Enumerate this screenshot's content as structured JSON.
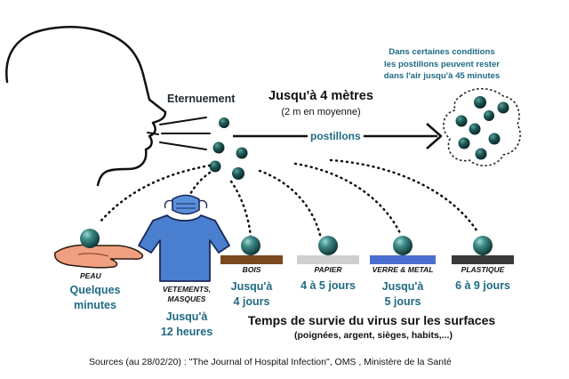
{
  "sneeze_label": "Eternuement",
  "distance": {
    "headline": "Jusqu'à 4 mètres",
    "subline": "(2 m en moyenne)"
  },
  "droplets_label": "postillons",
  "cloud_note": [
    "Dans certaines conditions",
    "les postillons peuvent rester",
    "dans l'air jusqu'à 45 minutes"
  ],
  "surfaces": [
    {
      "name": "PEAU",
      "duration": [
        "Quelques",
        "minutes"
      ]
    },
    {
      "name": "VETEMENTS,\nMASQUES",
      "duration": [
        "Jusqu'à",
        "12 heures"
      ]
    },
    {
      "name": "BOIS",
      "duration": [
        "Jusqu'à",
        "4 jours"
      ],
      "color": "#7a4a1e"
    },
    {
      "name": "PAPIER",
      "duration": [
        "4 à 5 jours"
      ],
      "color": "#cfcfcf"
    },
    {
      "name": "VERRE & METAL",
      "duration": [
        "Jusqu'à",
        "5 jours"
      ],
      "color": "#4a6fd0"
    },
    {
      "name": "PLASTIQUE",
      "duration": [
        "6 à 9 jours"
      ],
      "color": "#3a3a3a"
    }
  ],
  "survival_title": "Temps de survie du virus sur les surfaces",
  "survival_subtitle": "(poignées, argent, sièges, habits,...)",
  "sources": "Sources (au 28/02/20) : \"The Journal of Hospital Infection\", OMS , Ministère de la Santé",
  "colors": {
    "teal_text": "#1e6a82",
    "virus_dark": "#0f3a3a",
    "virus_light": "#4e9a96",
    "shirt": "#4a7fd0"
  }
}
